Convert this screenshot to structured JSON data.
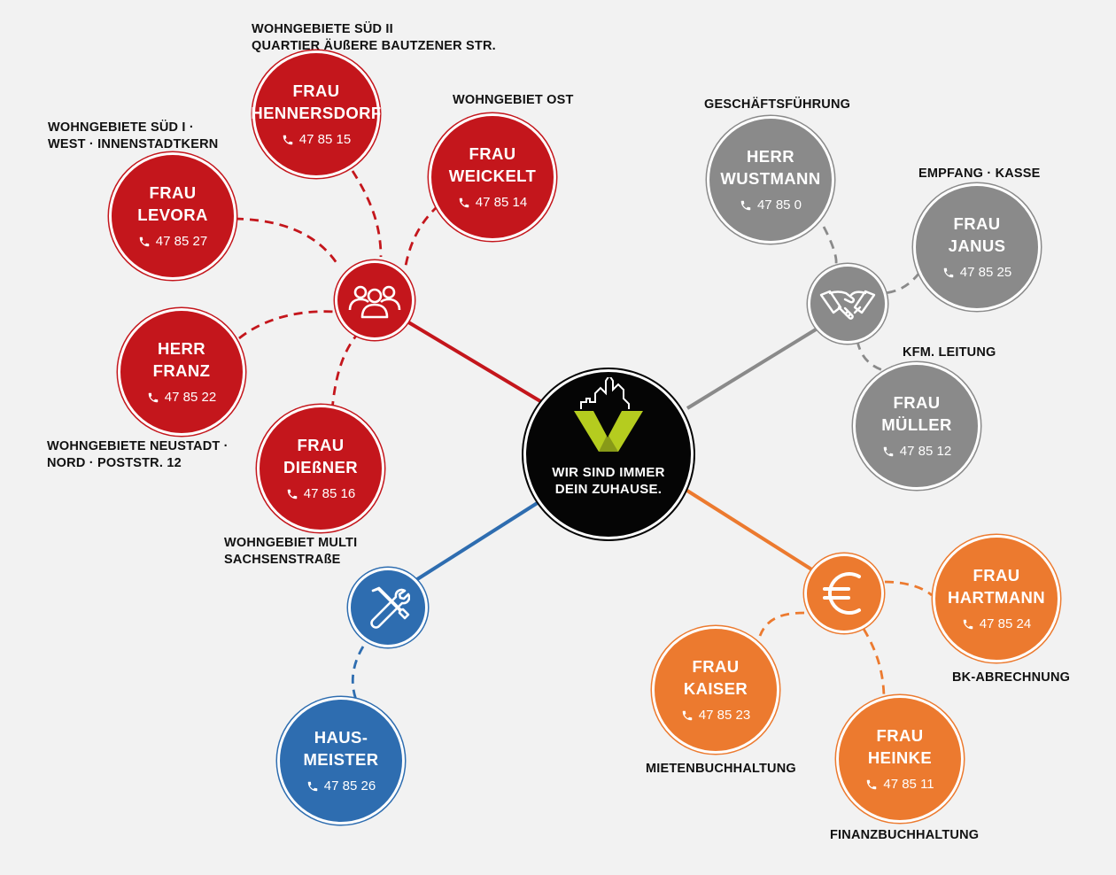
{
  "center": {
    "slogan": [
      "WIR SIND IMMER",
      "DEIN ZUHAUSE."
    ]
  },
  "colors": {
    "red": "#c4161c",
    "grey": "#8a8a8a",
    "orange": "#ec7a2f",
    "blue": "#2e6db0",
    "center": "#050505",
    "logo_green": "#b5cc1f"
  },
  "hubs": {
    "residential": {
      "icon": "group-people-icon"
    },
    "management": {
      "icon": "handshake-icon"
    },
    "finance": {
      "icon": "euro-icon"
    },
    "caretaker": {
      "icon": "tools-icon"
    }
  },
  "contacts": {
    "hennersdorf": {
      "name": [
        "FRAU",
        "HENNERSDORF"
      ],
      "phone": "47 85 15",
      "area": [
        "WOHNGEBIETE SÜD II",
        "QUARTIER ÄUßERE BAUTZENER STR."
      ]
    },
    "weickelt": {
      "name": [
        "FRAU",
        "WEICKELT"
      ],
      "phone": "47 85 14",
      "area": [
        "WOHNGEBIET OST"
      ]
    },
    "levora": {
      "name": [
        "FRAU",
        "LEVORA"
      ],
      "phone": "47 85 27",
      "area": [
        "WOHNGEBIETE SÜD I ·",
        "WEST · INNENSTADTKERN"
      ]
    },
    "franz": {
      "name": [
        "HERR",
        "FRANZ"
      ],
      "phone": "47 85 22",
      "area": [
        "WOHNGEBIETE NEUSTADT ·",
        "NORD · POSTSTR. 12"
      ]
    },
    "diessner": {
      "name": [
        "FRAU",
        "DIEßNER"
      ],
      "phone": "47 85 16",
      "area": [
        "WOHNGEBIET MULTI",
        "SACHSENSTRAßE"
      ]
    },
    "wustmann": {
      "name": [
        "HERR",
        "WUSTMANN"
      ],
      "phone": "47 85 0",
      "area": [
        "GESCHÄFTSFÜHRUNG"
      ]
    },
    "janus": {
      "name": [
        "FRAU",
        "JANUS"
      ],
      "phone": "47 85 25",
      "area": [
        "EMPFANG · KASSE"
      ]
    },
    "mueller": {
      "name": [
        "FRAU",
        "MÜLLER"
      ],
      "phone": "47 85 12",
      "area": [
        "KFM. LEITUNG"
      ]
    },
    "hartmann": {
      "name": [
        "FRAU",
        "HARTMANN"
      ],
      "phone": "47 85 24",
      "area": [
        "BK-ABRECHNUNG"
      ]
    },
    "kaiser": {
      "name": [
        "FRAU",
        "KAISER"
      ],
      "phone": "47 85 23",
      "area": [
        "MIETENBUCHHALTUNG"
      ]
    },
    "heinke": {
      "name": [
        "FRAU",
        "HEINKE"
      ],
      "phone": "47 85 11",
      "area": [
        "FINANZBUCHHALTUNG"
      ]
    },
    "hausmeister": {
      "name": [
        "HAUS-",
        "MEISTER"
      ],
      "phone": "47 85 26",
      "area": []
    }
  }
}
